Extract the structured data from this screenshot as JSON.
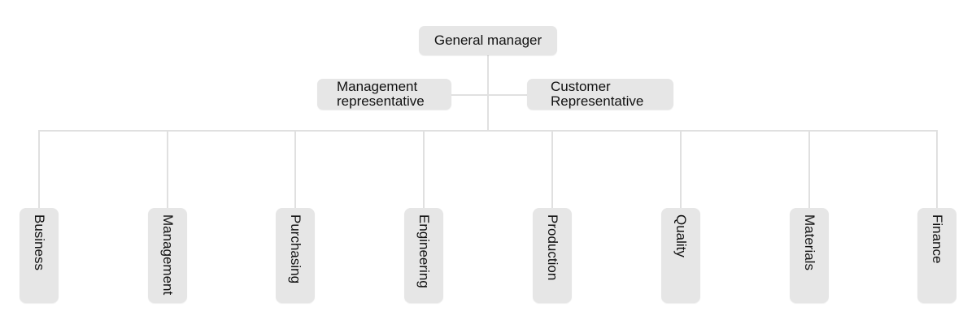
{
  "org_chart": {
    "type": "org-chart",
    "root": {
      "label": "General manager"
    },
    "representatives": [
      {
        "id": "management-representative",
        "lines": [
          "Management",
          "representative"
        ]
      },
      {
        "id": "customer-representative",
        "lines": [
          "Customer",
          "Representative"
        ]
      }
    ],
    "departments": [
      "Business",
      "Management",
      "Purchasing",
      "Engineering",
      "Production",
      "Quality",
      "Materials",
      "Finance"
    ],
    "colors": {
      "node_fill": "#e6e6e6",
      "connector": "#e0e0e0",
      "text": "#111111",
      "background": "#ffffff"
    }
  }
}
